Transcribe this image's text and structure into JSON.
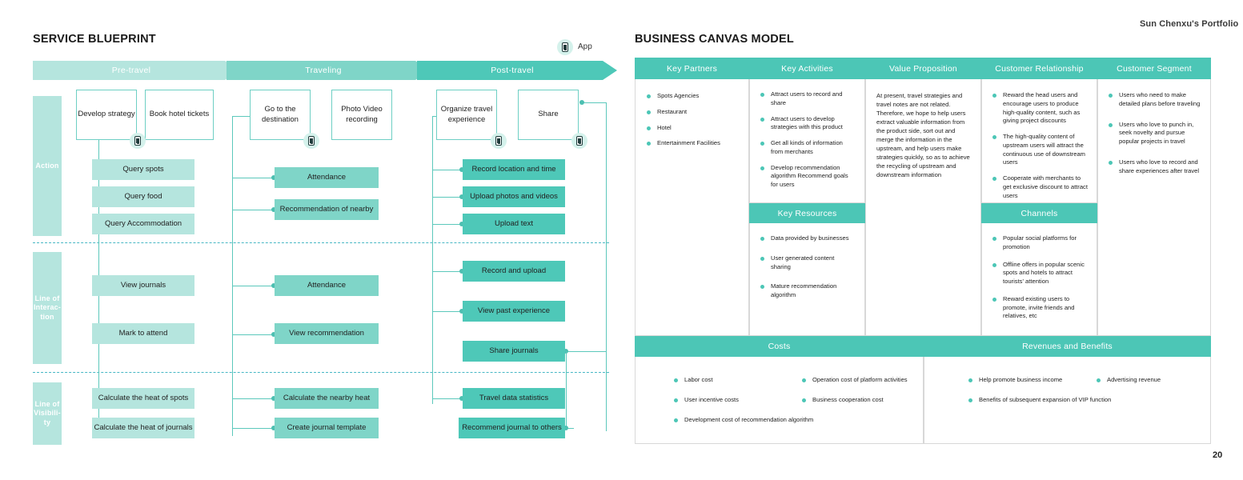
{
  "header": {
    "portfolio": "Sun Chenxu's Portfolio",
    "page_number": "20"
  },
  "blueprint": {
    "title": "SERVICE BLUEPRINT",
    "legend": {
      "icon": "app-phone-icon",
      "label": "App"
    },
    "phases": [
      {
        "label": "Pre-travel",
        "color": "#b5e5de"
      },
      {
        "label": "Traveling",
        "color": "#7fd5c8"
      },
      {
        "label": "Post-travel",
        "color": "#4ec8b8"
      }
    ],
    "lanes": [
      {
        "label": "Action"
      },
      {
        "label": "Line of Interac- tion"
      },
      {
        "label": "Line of Visibili- ty"
      }
    ],
    "touchpoints": [
      {
        "label": "Develop strategy"
      },
      {
        "label": "Book hotel tickets"
      },
      {
        "label": "Go to the destination"
      },
      {
        "label": "Photo Video recording"
      },
      {
        "label": "Organize travel experience"
      },
      {
        "label": "Share"
      }
    ],
    "action_pre": [
      "Query spots",
      "Query  food",
      "Query  Accommodation"
    ],
    "action_trav": [
      "Attendance",
      "Recommendation of nearby"
    ],
    "action_post": [
      "Record location and time",
      "Upload photos and videos",
      "Upload text"
    ],
    "interaction_pre": [
      "View journals",
      "Mark to attend"
    ],
    "interaction_trav": [
      "Attendance",
      "View recommendation"
    ],
    "interaction_post": [
      "Record and upload",
      "View past experience",
      "Share journals"
    ],
    "visibility_pre": [
      "Calculate the heat of spots",
      "Calculate the heat of journals"
    ],
    "visibility_trav": [
      "Calculate the nearby heat",
      "Create journal template"
    ],
    "visibility_post": [
      "Travel data statistics",
      "Recommend journal to others"
    ]
  },
  "canvas": {
    "title": "BUSINESS CANVAS MODEL",
    "headers": {
      "key_partners": "Key Partners",
      "key_activities": "Key Activities",
      "value_proposition": "Value Proposition",
      "customer_relationship": "Customer Relationship",
      "customer_segment": "Customer Segment",
      "key_resources": "Key Resources",
      "channels": "Channels",
      "costs": "Costs",
      "revenues": "Revenues and Benefits"
    },
    "key_partners": [
      "Spots Agencies",
      "Restaurant",
      "Hotel",
      "Entertainment Facilities"
    ],
    "key_activities": [
      "Attract users to record and share",
      "Attract users to develop strategies with this product",
      "Get all kinds of information from merchants",
      "Develop recommendation algorithm Recommend goals for users"
    ],
    "key_resources": [
      "Data provided by businesses",
      "User generated content sharing",
      "Mature recommendation algorithm"
    ],
    "value_proposition_text": "At present, travel strategies and travel notes are not related. Therefore, we hope to help users extract valuable information from the product side, sort out and merge the information in the upstream, and help users make strategies quickly, so as to achieve the recycling of upstream and downstream information",
    "customer_relationship": [
      "Reward the head users and encourage users to produce high-quality content, such as giving project discounts",
      "The high-quality content of upstream users will attract the continuous use of downstream users",
      "Cooperate with merchants to get exclusive discount to attract users"
    ],
    "channels": [
      "Popular social platforms for promotion",
      "Offline offers in popular scenic spots and hotels to attract tourists' attention",
      "Reward existing users to promote, invite friends and relatives, etc"
    ],
    "customer_segment": [
      "Users who need to make detailed plans before traveling",
      "Users who love to punch in, seek novelty and pursue popular projects in travel",
      "Users who love to record and share experiences after travel"
    ],
    "costs_col1": [
      "Labor cost",
      "User incentive costs",
      "Development cost of recommendation algorithm"
    ],
    "costs_col2": [
      "Operation cost of platform activities",
      "Business cooperation cost"
    ],
    "revenues_col1": [
      "Help promote business income",
      "Benefits of subsequent expansion of VIP function"
    ],
    "revenues_col2": [
      "Advertising revenue"
    ]
  },
  "colors": {
    "teal_light": "#b5e5de",
    "teal_mid": "#7fd5c8",
    "teal_dark": "#4ec8b8",
    "header_teal": "#4cc6b6",
    "line": "#5cc8bb"
  }
}
